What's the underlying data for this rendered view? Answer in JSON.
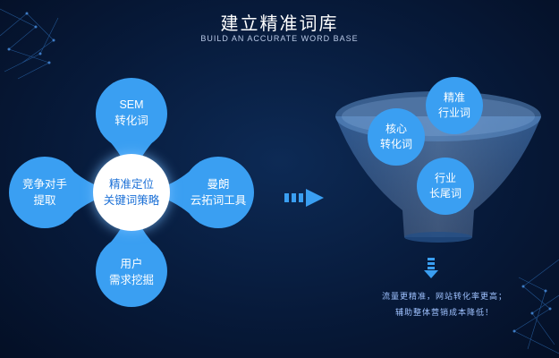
{
  "header": {
    "title": "建立精准词库",
    "subtitle": "BUILD AN ACCURATE WORD BASE"
  },
  "strategy": {
    "center": [
      "精准定位",
      "关键词策略"
    ],
    "petals": {
      "top": [
        "SEM",
        "转化词"
      ],
      "left": [
        "竞争对手",
        "提取"
      ],
      "right": [
        "曼朗",
        "云拓词工具"
      ],
      "bottom": [
        "用户",
        "需求挖掘"
      ]
    }
  },
  "funnel": {
    "items": {
      "core": [
        "核心",
        "转化词"
      ],
      "precise": [
        "精准",
        "行业词"
      ],
      "longtail": [
        "行业",
        "长尾词"
      ]
    }
  },
  "result": {
    "line1": "流量更精准，网站转化率更高；",
    "line2": "辅助整体营销成本降低！"
  },
  "colors": {
    "background": "#071a3a",
    "petal_fill": "#3a9ff2",
    "center_fill": "#ffffff",
    "center_text": "#1a6fd6",
    "funnel_bubble": "#3a9ff2",
    "arrow": "#3a9ff2",
    "caption_text": "#9fc2ff"
  }
}
